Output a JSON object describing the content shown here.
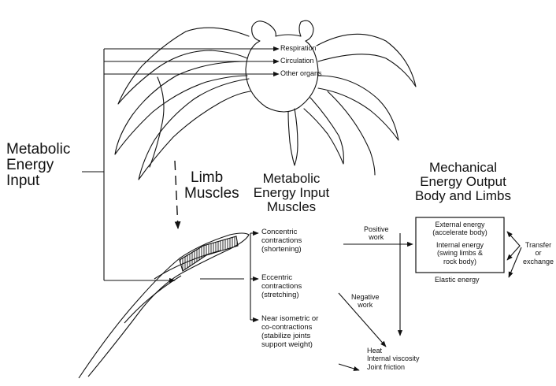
{
  "organs": [
    "Respiration",
    "Circulation",
    "Other organs"
  ],
  "metabolic_input": [
    "Metabolic",
    "Energy",
    "Input"
  ],
  "limb_muscles": [
    "Limb",
    "Muscles"
  ],
  "muscles_header": [
    "Metabolic",
    "Energy Input",
    "Muscles"
  ],
  "mechanical_header": [
    "Mechanical",
    "Energy Output",
    "Body and Limbs"
  ],
  "contractions": {
    "concentric": [
      "Concentric",
      "contractions",
      "(shortening)"
    ],
    "eccentric": [
      "Eccentric",
      "contractions",
      "(stretching)"
    ],
    "isometric": [
      "Near isometric or",
      "co-contractions",
      "(stabilize joints",
      "support weight)"
    ]
  },
  "work": {
    "positive": [
      "Positive",
      "work"
    ],
    "negative": [
      "Negative",
      "work"
    ]
  },
  "output_box": {
    "external": [
      "External energy",
      "(accelerate body)"
    ],
    "internal": [
      "Internal energy",
      "(swing limbs &",
      "rock body)"
    ]
  },
  "elastic": "Elastic energy",
  "transfer": [
    "Transfer",
    "or",
    "exchange"
  ],
  "heat": [
    "Heat",
    "Internal viscosity",
    "Joint friction"
  ]
}
